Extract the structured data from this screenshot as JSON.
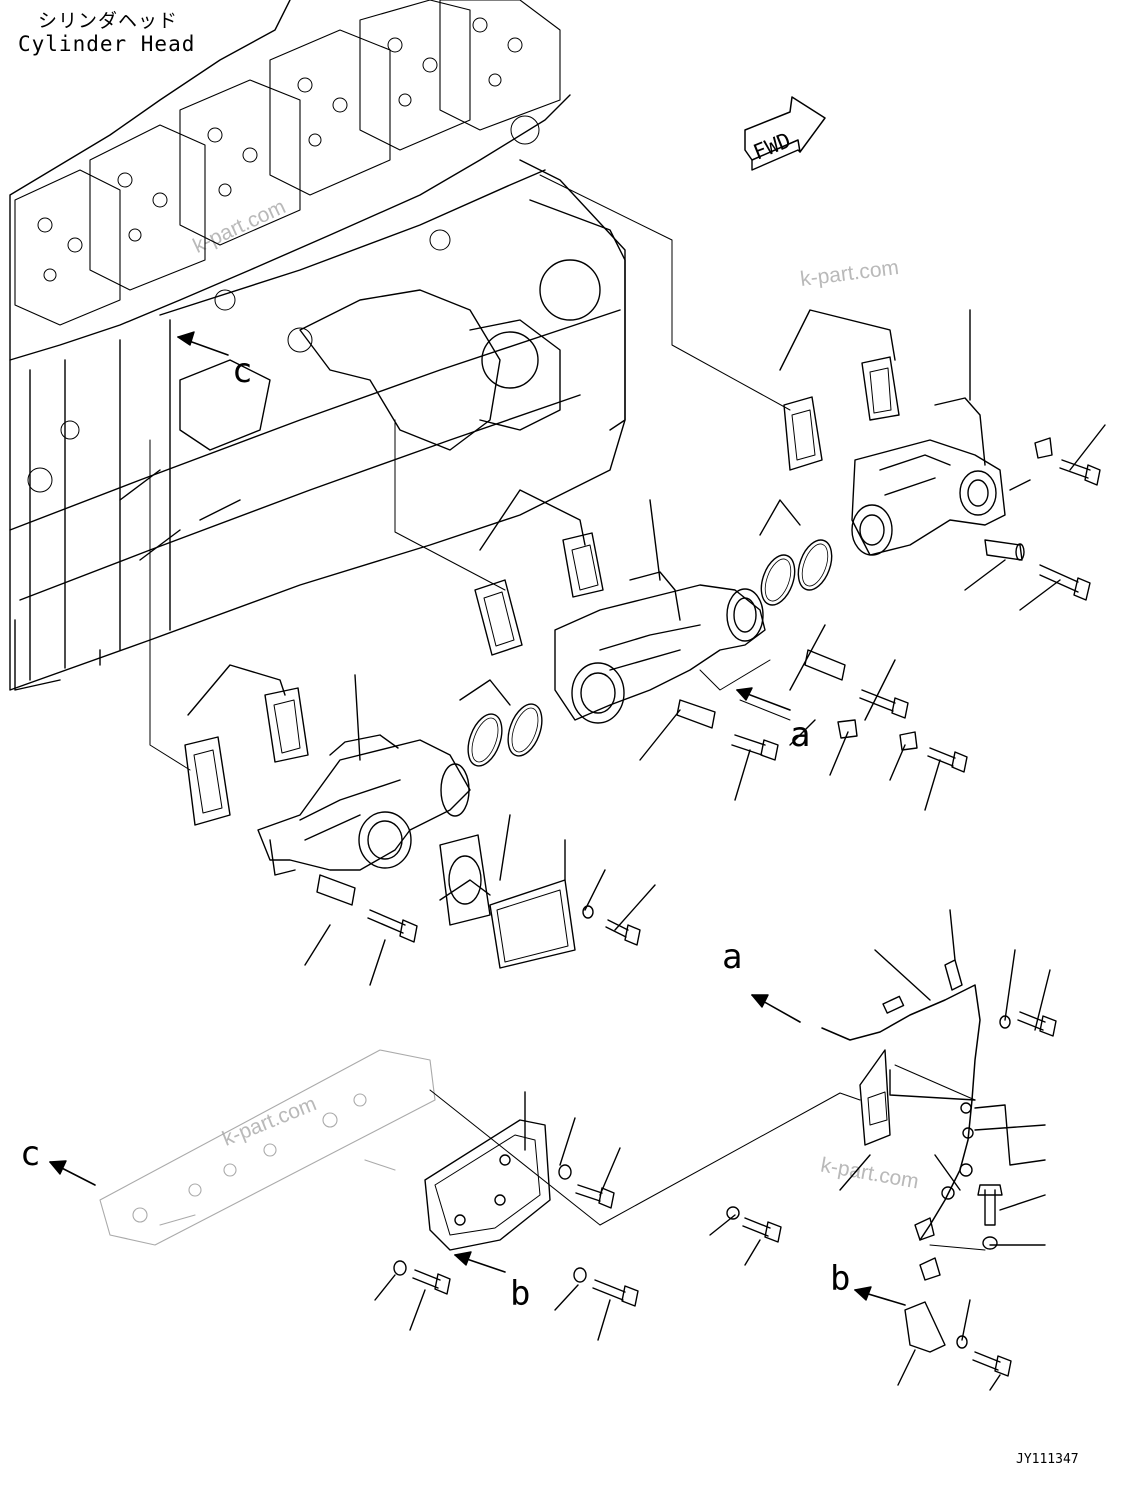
{
  "title": {
    "japanese": "シリンダヘッド",
    "english": "Cylinder Head"
  },
  "direction_marker": "FWD",
  "callout_letters": {
    "a": "a",
    "b": "b",
    "c": "c"
  },
  "watermark": "k-part.com",
  "drawing_number": "JY111347",
  "colors": {
    "ink": "#000000",
    "watermark": "#b9b9b9",
    "background": "#ffffff"
  }
}
